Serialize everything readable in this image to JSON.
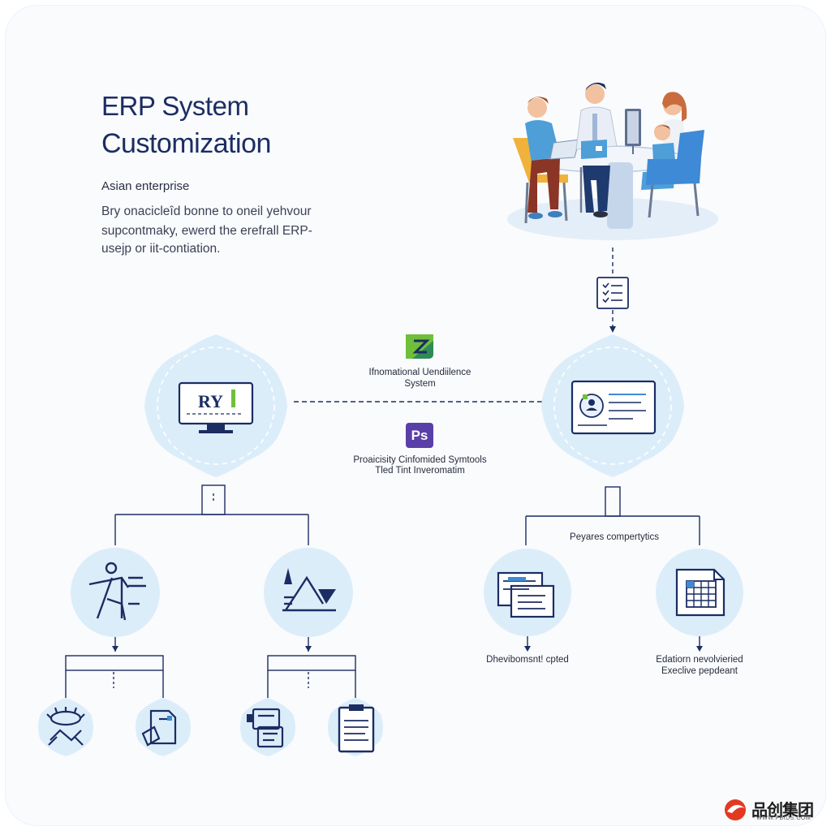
{
  "header": {
    "title_line1": "ERP System",
    "title_line2": "Customization",
    "subtitle": "Asian enterprise",
    "description": [
      "Bry onacicleîd bonne to oneil yehvour",
      "supcontmaky, ewerd the erefrall ERP-",
      "usejp or iit-contiation."
    ]
  },
  "center": {
    "app1_label": [
      "Ifnomational Uendiilence",
      "System"
    ],
    "app2_badge": "Ps",
    "app2_label": [
      "Proaicisity Cinfomided Symtools",
      "Tled Tint Inveromatim"
    ]
  },
  "right_branch": {
    "label": "Peyares compertytics",
    "left_label": "Dhevibomsnt! cpted",
    "right_label": [
      "Edatiorn nevolvieried",
      "Execlive pepdeant"
    ]
  },
  "nodes": {
    "left_monitor_text": "RY"
  },
  "watermark": {
    "text": "品创集团",
    "url": "WWW.PBIDS.COM"
  },
  "colors": {
    "navy": "#1b2d63",
    "circle_fill": "#dcedfa",
    "accent_green": "#6fbf3b",
    "ps_purple": "#5b3fa8"
  }
}
